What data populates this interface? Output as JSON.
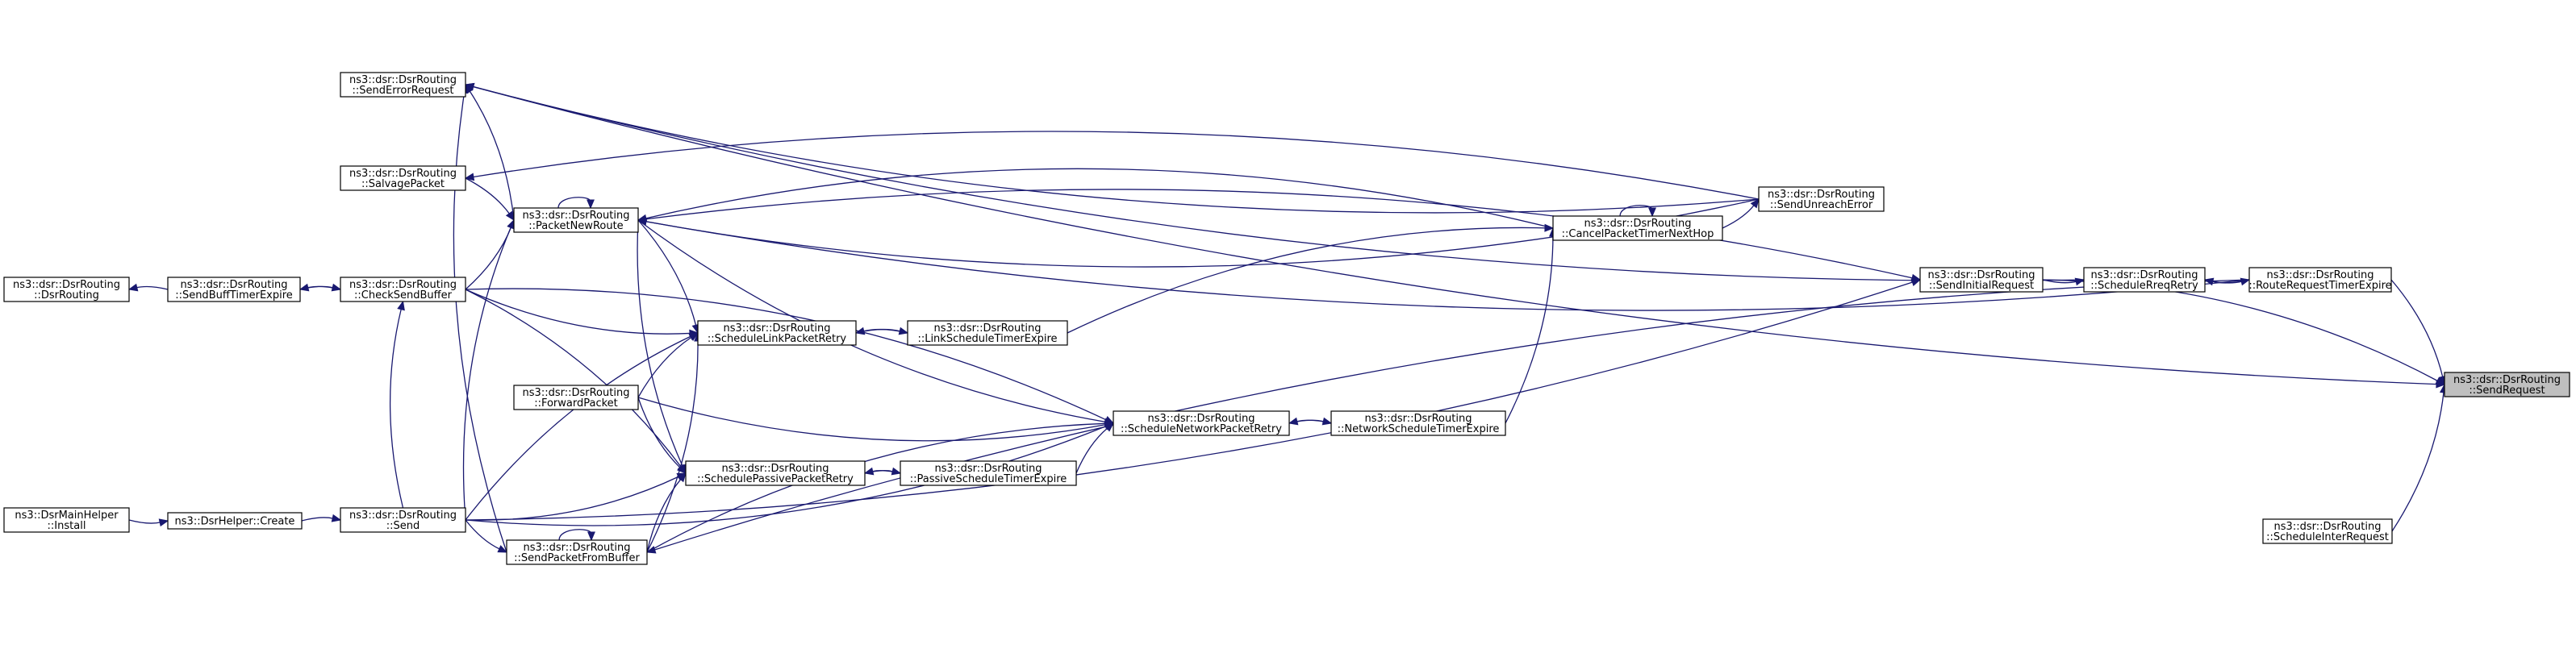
{
  "graph": {
    "colors": {
      "edge": "#191970",
      "node_border": "#000000",
      "node_fill": "#ffffff",
      "highlight_fill": "#bfbfbf"
    },
    "nodes": [
      {
        "id": "sendRequest",
        "lines": [
          "ns3::dsr::DsrRouting",
          "::SendRequest"
        ],
        "highlight": true
      },
      {
        "id": "routeRequestTimerExpire",
        "lines": [
          "ns3::dsr::DsrRouting",
          "::RouteRequestTimerExpire"
        ]
      },
      {
        "id": "scheduleInterRequest",
        "lines": [
          "ns3::dsr::DsrRouting",
          "::ScheduleInterRequest"
        ]
      },
      {
        "id": "scheduleRreqRetry",
        "lines": [
          "ns3::dsr::DsrRouting",
          "::ScheduleRreqRetry"
        ]
      },
      {
        "id": "sendInitialRequest",
        "lines": [
          "ns3::dsr::DsrRouting",
          "::SendInitialRequest"
        ]
      },
      {
        "id": "sendUnreachError",
        "lines": [
          "ns3::dsr::DsrRouting",
          "::SendUnreachError"
        ]
      },
      {
        "id": "cancelPacketTimerNextHop",
        "lines": [
          "ns3::dsr::DsrRouting",
          "::CancelPacketTimerNextHop"
        ]
      },
      {
        "id": "networkScheduleTimerExpire",
        "lines": [
          "ns3::dsr::DsrRouting",
          "::NetworkScheduleTimerExpire"
        ]
      },
      {
        "id": "scheduleNetworkPacketRetry",
        "lines": [
          "ns3::dsr::DsrRouting",
          "::ScheduleNetworkPacketRetry"
        ]
      },
      {
        "id": "linkScheduleTimerExpire",
        "lines": [
          "ns3::dsr::DsrRouting",
          "::LinkScheduleTimerExpire"
        ]
      },
      {
        "id": "passiveScheduleTimerExpire",
        "lines": [
          "ns3::dsr::DsrRouting",
          "::PassiveScheduleTimerExpire"
        ]
      },
      {
        "id": "scheduleLinkPacketRetry",
        "lines": [
          "ns3::dsr::DsrRouting",
          "::ScheduleLinkPacketRetry"
        ]
      },
      {
        "id": "schedulePassivePacketRetry",
        "lines": [
          "ns3::dsr::DsrRouting",
          "::SchedulePassivePacketRetry"
        ]
      },
      {
        "id": "forwardPacket",
        "lines": [
          "ns3::dsr::DsrRouting",
          "::ForwardPacket"
        ]
      },
      {
        "id": "sendPacketFromBuffer",
        "lines": [
          "ns3::dsr::DsrRouting",
          "::SendPacketFromBuffer"
        ]
      },
      {
        "id": "packetNewRoute",
        "lines": [
          "ns3::dsr::DsrRouting",
          "::PacketNewRoute"
        ]
      },
      {
        "id": "sendErrorRequest",
        "lines": [
          "ns3::dsr::DsrRouting",
          "::SendErrorRequest"
        ]
      },
      {
        "id": "salvagePacket",
        "lines": [
          "ns3::dsr::DsrRouting",
          "::SalvagePacket"
        ]
      },
      {
        "id": "checkSendBuffer",
        "lines": [
          "ns3::dsr::DsrRouting",
          "::CheckSendBuffer"
        ]
      },
      {
        "id": "send",
        "lines": [
          "ns3::dsr::DsrRouting",
          "::Send"
        ]
      },
      {
        "id": "sendBuffTimerExpire",
        "lines": [
          "ns3::dsr::DsrRouting",
          "::SendBuffTimerExpire"
        ]
      },
      {
        "id": "dsrRoutingCtor",
        "lines": [
          "ns3::dsr::DsrRouting",
          "::DsrRouting"
        ]
      },
      {
        "id": "dsrHelperCreate",
        "lines": [
          "ns3::DsrHelper::Create"
        ]
      },
      {
        "id": "dsrMainHelperInstall",
        "lines": [
          "ns3::DsrMainHelper",
          "::Install"
        ]
      }
    ],
    "edges": [
      {
        "from": "routeRequestTimerExpire",
        "to": "sendRequest"
      },
      {
        "from": "scheduleInterRequest",
        "to": "sendRequest"
      },
      {
        "from": "sendInitialRequest",
        "to": "sendRequest"
      },
      {
        "from": "sendErrorRequest",
        "to": "sendRequest"
      },
      {
        "from": "routeRequestTimerExpire",
        "to": "scheduleRreqRetry"
      },
      {
        "from": "scheduleRreqRetry",
        "to": "routeRequestTimerExpire"
      },
      {
        "from": "scheduleRreqRetry",
        "to": "sendErrorRequest"
      },
      {
        "from": "sendInitialRequest",
        "to": "scheduleRreqRetry"
      },
      {
        "from": "routeRequestTimerExpire",
        "to": "packetNewRoute"
      },
      {
        "from": "routeRequestTimerExpire",
        "to": "sendPacketFromBuffer"
      },
      {
        "from": "sendUnreachError",
        "to": "sendErrorRequest"
      },
      {
        "from": "sendUnreachError",
        "to": "salvagePacket"
      },
      {
        "from": "sendUnreachError",
        "to": "packetNewRoute"
      },
      {
        "from": "cancelPacketTimerNextHop",
        "to": "sendUnreachError"
      },
      {
        "from": "cancelPacketTimerNextHop",
        "to": "cancelPacketTimerNextHop"
      },
      {
        "from": "cancelPacketTimerNextHop",
        "to": "packetNewRoute"
      },
      {
        "from": "linkScheduleTimerExpire",
        "to": "cancelPacketTimerNextHop"
      },
      {
        "from": "networkScheduleTimerExpire",
        "to": "cancelPacketTimerNextHop"
      },
      {
        "from": "scheduleNetworkPacketRetry",
        "to": "networkScheduleTimerExpire"
      },
      {
        "from": "networkScheduleTimerExpire",
        "to": "scheduleNetworkPacketRetry"
      },
      {
        "from": "packetNewRoute",
        "to": "sendInitialRequest"
      },
      {
        "from": "send",
        "to": "sendInitialRequest"
      },
      {
        "from": "scheduleLinkPacketRetry",
        "to": "linkScheduleTimerExpire"
      },
      {
        "from": "linkScheduleTimerExpire",
        "to": "scheduleLinkPacketRetry"
      },
      {
        "from": "schedulePassivePacketRetry",
        "to": "passiveScheduleTimerExpire"
      },
      {
        "from": "passiveScheduleTimerExpire",
        "to": "schedulePassivePacketRetry"
      },
      {
        "from": "passiveScheduleTimerExpire",
        "to": "scheduleNetworkPacketRetry"
      },
      {
        "from": "packetNewRoute",
        "to": "scheduleNetworkPacketRetry"
      },
      {
        "from": "checkSendBuffer",
        "to": "scheduleNetworkPacketRetry"
      },
      {
        "from": "forwardPacket",
        "to": "scheduleNetworkPacketRetry"
      },
      {
        "from": "sendPacketFromBuffer",
        "to": "scheduleNetworkPacketRetry"
      },
      {
        "from": "send",
        "to": "scheduleNetworkPacketRetry"
      },
      {
        "from": "packetNewRoute",
        "to": "scheduleLinkPacketRetry"
      },
      {
        "from": "checkSendBuffer",
        "to": "scheduleLinkPacketRetry"
      },
      {
        "from": "forwardPacket",
        "to": "scheduleLinkPacketRetry"
      },
      {
        "from": "sendPacketFromBuffer",
        "to": "scheduleLinkPacketRetry"
      },
      {
        "from": "send",
        "to": "scheduleLinkPacketRetry"
      },
      {
        "from": "packetNewRoute",
        "to": "schedulePassivePacketRetry"
      },
      {
        "from": "checkSendBuffer",
        "to": "schedulePassivePacketRetry"
      },
      {
        "from": "forwardPacket",
        "to": "schedulePassivePacketRetry"
      },
      {
        "from": "sendPacketFromBuffer",
        "to": "schedulePassivePacketRetry"
      },
      {
        "from": "send",
        "to": "schedulePassivePacketRetry"
      },
      {
        "from": "packetNewRoute",
        "to": "packetNewRoute"
      },
      {
        "from": "packetNewRoute",
        "to": "sendErrorRequest"
      },
      {
        "from": "salvagePacket",
        "to": "packetNewRoute"
      },
      {
        "from": "checkSendBuffer",
        "to": "packetNewRoute"
      },
      {
        "from": "send",
        "to": "packetNewRoute"
      },
      {
        "from": "sendPacketFromBuffer",
        "to": "sendPacketFromBuffer"
      },
      {
        "from": "sendPacketFromBuffer",
        "to": "sendErrorRequest"
      },
      {
        "from": "send",
        "to": "sendPacketFromBuffer"
      },
      {
        "from": "send",
        "to": "checkSendBuffer"
      },
      {
        "from": "checkSendBuffer",
        "to": "sendBuffTimerExpire"
      },
      {
        "from": "sendBuffTimerExpire",
        "to": "checkSendBuffer"
      },
      {
        "from": "sendBuffTimerExpire",
        "to": "dsrRoutingCtor"
      },
      {
        "from": "dsrHelperCreate",
        "to": "send"
      },
      {
        "from": "dsrMainHelperInstall",
        "to": "dsrHelperCreate"
      }
    ]
  }
}
